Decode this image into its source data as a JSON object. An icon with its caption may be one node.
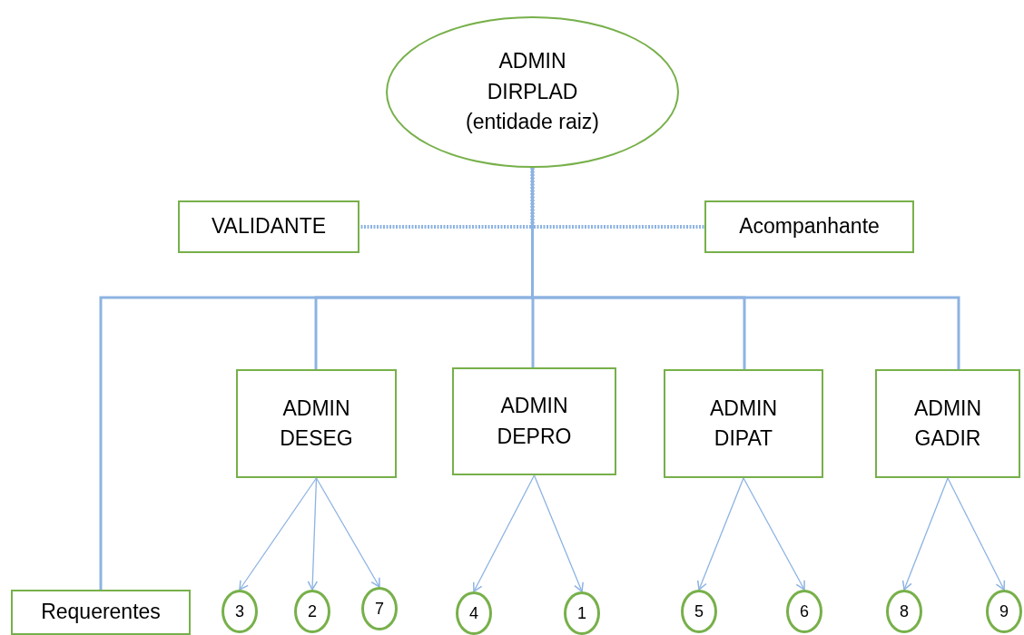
{
  "diagram": {
    "nodes": [
      {
        "text": [
          "ADMIN DIRPLAD (entidade raiz)"
        ]
      },
      {
        "text": [
          "VALIDANTE"
        ]
      },
      {
        "text": [
          "Acompanhante"
        ]
      },
      {
        "text": [
          "ADMIN DESEG"
        ]
      },
      {
        "text": [
          "ADMIN DEPRO"
        ]
      },
      {
        "text": [
          "ADMIN DIPAT"
        ]
      },
      {
        "text": [
          "ADMIN GADIR"
        ]
      },
      {
        "text": [
          "Requerentes"
        ]
      },
      {
        "text": [
          "3"
        ]
      },
      {
        "text": [
          "2"
        ]
      },
      {
        "text": [
          "7"
        ]
      },
      {
        "text": [
          "4"
        ]
      },
      {
        "text": [
          "1"
        ]
      },
      {
        "text": [
          "5"
        ]
      },
      {
        "text": [
          "6"
        ]
      },
      {
        "text": [
          "8"
        ]
      },
      {
        "text": [
          "9"
        ]
      }
    ],
    "edges": [
      {
        "from": 0,
        "to": 1,
        "arrow": "none",
        "style": "dashed"
      },
      {
        "from": 0,
        "to": 2,
        "arrow": "none",
        "style": "dashed"
      },
      {
        "from": 0,
        "to": 7,
        "arrow": "none",
        "style": "thick"
      },
      {
        "from": 0,
        "to": 3,
        "arrow": "none",
        "style": "thick"
      },
      {
        "from": 0,
        "to": 4,
        "arrow": "none",
        "style": "thick"
      },
      {
        "from": 0,
        "to": 5,
        "arrow": "none",
        "style": "thick"
      },
      {
        "from": 0,
        "to": 6,
        "arrow": "none",
        "style": "thick"
      },
      {
        "from": 3,
        "to": 8,
        "arrow": "to"
      },
      {
        "from": 3,
        "to": 9,
        "arrow": "to"
      },
      {
        "from": 3,
        "to": 10,
        "arrow": "to"
      },
      {
        "from": 4,
        "to": 11,
        "arrow": "to"
      },
      {
        "from": 4,
        "to": 12,
        "arrow": "to"
      },
      {
        "from": 5,
        "to": 13,
        "arrow": "to"
      },
      {
        "from": 5,
        "to": 14,
        "arrow": "to"
      },
      {
        "from": 6,
        "to": 15,
        "arrow": "to"
      },
      {
        "from": 6,
        "to": 16,
        "arrow": "to"
      }
    ]
  }
}
